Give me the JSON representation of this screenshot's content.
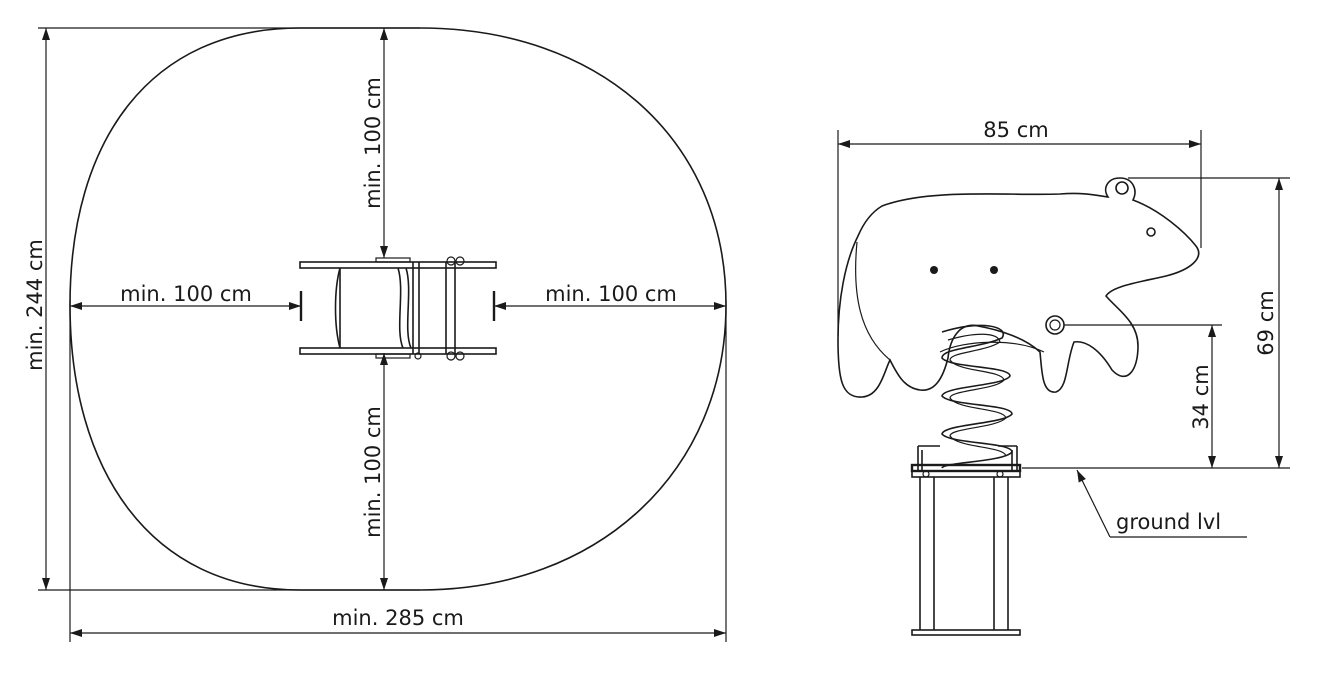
{
  "plan_view": {
    "dim_top": "min. 100 cm",
    "dim_bottom": "min. 100 cm",
    "dim_left": "min. 100 cm",
    "dim_right": "min. 100 cm",
    "dim_total_height": "min. 244 cm",
    "dim_total_width": "min. 285 cm"
  },
  "side_view": {
    "dim_width": "85 cm",
    "dim_height": "69 cm",
    "dim_seat_height": "34 cm",
    "ground_label": "ground lvl"
  }
}
